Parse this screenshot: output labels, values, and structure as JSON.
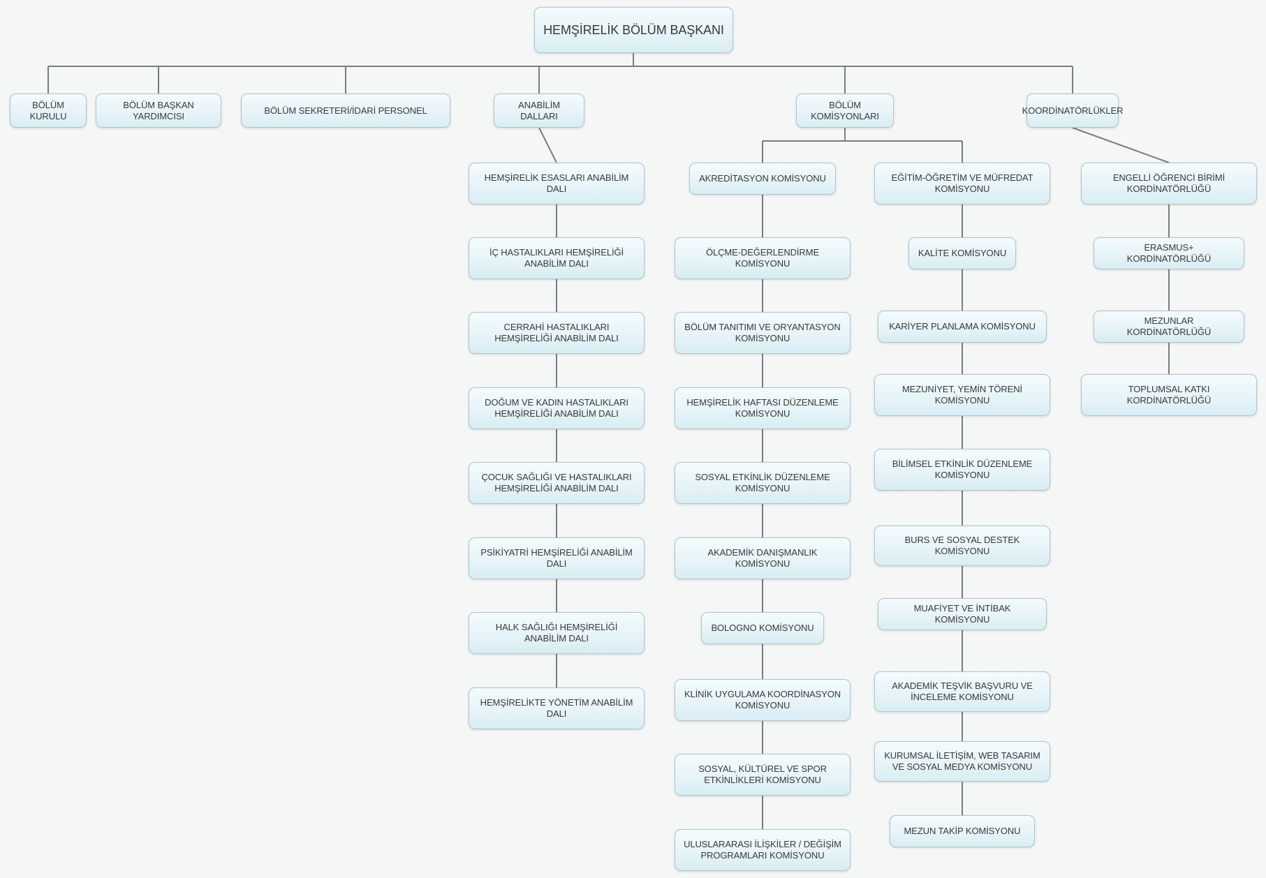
{
  "org": {
    "root": {
      "label": "HEMŞİRELİK BÖLÜM BAŞKANI"
    },
    "level2": [
      {
        "label": "BÖLÜM KURULU"
      },
      {
        "label": "BÖLÜM BAŞKAN YARDIMCISI"
      },
      {
        "label": "BÖLÜM SEKRETERİ/İDARİ PERSONEL"
      },
      {
        "label": "ANABİLİM DALLARI"
      },
      {
        "label": "BÖLÜM KOMİSYONLARI"
      },
      {
        "label": "KOORDİNATÖRLÜKLER"
      }
    ],
    "anabilim": [
      {
        "label": "HEMŞİRELİK ESASLARI ANABİLİM DALI"
      },
      {
        "label": "İÇ HASTALIKLARI HEMŞİRELİĞİ ANABİLİM DALI"
      },
      {
        "label": "CERRAHİ HASTALIKLARI HEMŞİRELİĞİ ANABİLİM DALI"
      },
      {
        "label": "DOĞUM VE KADIN HASTALIKLARI HEMŞİRELİĞİ ANABİLİM DALI"
      },
      {
        "label": "ÇOCUK SAĞLIĞI VE HASTALIKLARI HEMŞİRELİĞİ ANABİLİM DALI"
      },
      {
        "label": "PSİKİYATRİ HEMŞİRELİĞİ ANABİLİM DALI"
      },
      {
        "label": "HALK SAĞLIĞI HEMŞİRELİĞİ ANABİLİM DALI"
      },
      {
        "label": "HEMŞİRELİKTE YÖNETİM ANABİLİM DALI"
      }
    ],
    "komisyon_sol": [
      {
        "label": "AKREDİTASYON KOMİSYONU"
      },
      {
        "label": "ÖLÇME-DEĞERLENDİRME KOMİSYONU"
      },
      {
        "label": "BÖLÜM TANITIMI VE ORYANTASYON KOMİSYONU"
      },
      {
        "label": "HEMŞİRELİK HAFTASI DÜZENLEME KOMİSYONU"
      },
      {
        "label": "SOSYAL ETKİNLİK DÜZENLEME KOMİSYONU"
      },
      {
        "label": "AKADEMİK DANIŞMANLIK KOMİSYONU"
      },
      {
        "label": "BOLOGNO KOMİSYONU"
      },
      {
        "label": "KLİNİK UYGULAMA KOORDİNASYON KOMİSYONU"
      },
      {
        "label": "SOSYAL, KÜLTÜREL VE SPOR ETKİNLİKLERİ KOMİSYONU"
      },
      {
        "label": "ULUSLARARASI İLİŞKİLER / DEĞİŞİM PROGRAMLARI KOMİSYONU"
      }
    ],
    "komisyon_sag": [
      {
        "label": "EĞİTİM-ÖĞRETİM VE MÜFREDAT KOMİSYONU"
      },
      {
        "label": "KALİTE KOMİSYONU"
      },
      {
        "label": "KARİYER PLANLAMA KOMİSYONU"
      },
      {
        "label": "MEZUNİYET, YEMİN TÖRENİ KOMİSYONU"
      },
      {
        "label": "BİLİMSEL ETKİNLİK DÜZENLEME KOMİSYONU"
      },
      {
        "label": "BURS VE SOSYAL DESTEK KOMİSYONU"
      },
      {
        "label": "MUAFİYET VE İNTİBAK KOMİSYONU"
      },
      {
        "label": "AKADEMİK TEŞVİK BAŞVURU VE İNCELEME KOMİSYONU"
      },
      {
        "label": "KURUMSAL İLETİŞİM, WEB TASARIM VE SOSYAL MEDYA KOMİSYONU"
      },
      {
        "label": "MEZUN TAKİP KOMİSYONU"
      }
    ],
    "koordinator": [
      {
        "label": "ENGELLİ ÖĞRENCİ BİRİMİ KORDİNATÖRLÜĞÜ"
      },
      {
        "label": "ERASMUS+ KORDİNATÖRLÜĞÜ"
      },
      {
        "label": "MEZUNLAR KORDİNATÖRLÜĞÜ"
      },
      {
        "label": "TOPLUMSAL KATKI KORDİNATÖRLÜĞÜ"
      }
    ]
  },
  "colors": {
    "background": "#f5f6f6",
    "box_gradient_top": "#f4fbfd",
    "box_gradient_bottom": "#d8edf4",
    "box_border": "#b0c6cf",
    "text": "#37393b",
    "connector": "#797d80"
  }
}
